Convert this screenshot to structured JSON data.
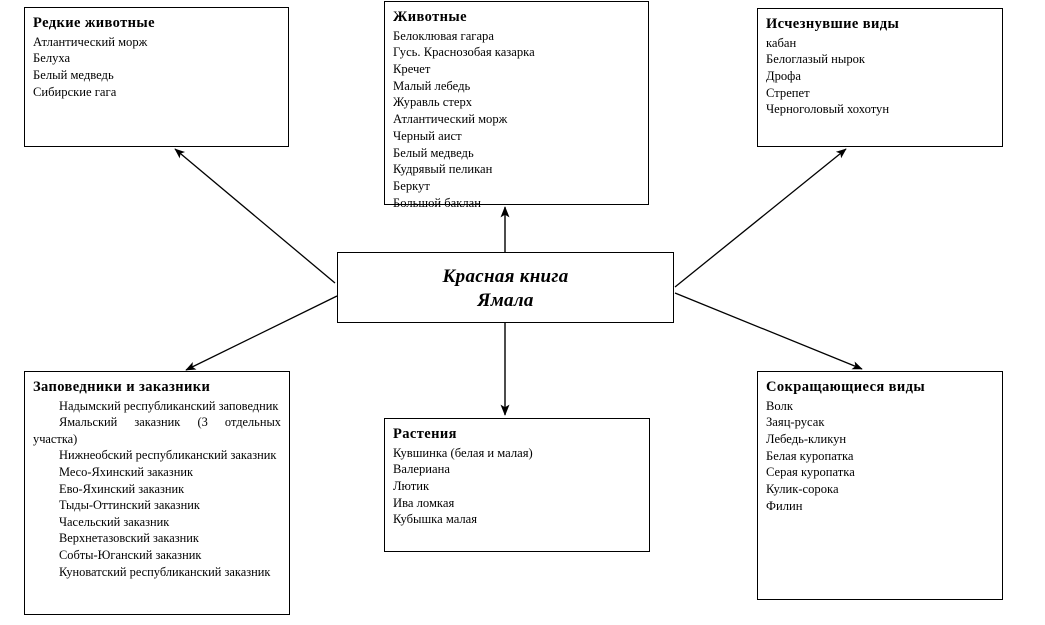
{
  "diagram": {
    "type": "mind-map",
    "center": {
      "title_line1": "Красная книга",
      "title_line2": "Ямала"
    },
    "nodes": [
      {
        "id": "rare-animals",
        "title": "Редкие животные",
        "items": [
          "Атлантический морж",
          "Белуха",
          "Белый медведь",
          "Сибирские гага"
        ]
      },
      {
        "id": "animals",
        "title": "Животные",
        "items": [
          "Белоклювая гагара",
          "Гусь. Краснозобая казарка",
          "Кречет",
          "Малый лебедь",
          "Журавль стерх",
          "Атлантический морж",
          "Черный аист",
          "Белый медведь",
          "Кудрявый пеликан",
          "Беркут",
          "Большой баклан"
        ]
      },
      {
        "id": "extinct-species",
        "title": "Исчезнувшие виды",
        "items": [
          "кабан",
          "Белоглазый нырок",
          "Дрофа",
          "Стрепет",
          "Черноголовый хохотун"
        ]
      },
      {
        "id": "reserves",
        "title": "Заповедники и заказники",
        "items": [
          "Надымский республиканский заповедник",
          "Ямальский заказник (3 отдельных участка)",
          "Нижнеобский республиканский заказник",
          "Месо-Яхинский заказник",
          "Ево-Яхинский заказник",
          "Тыды-Оттинский заказник",
          "Часельский заказник",
          "Верхнетазовский заказник",
          "Собты-Юганский заказник",
          "Куноватский республиканский заказник"
        ]
      },
      {
        "id": "plants",
        "title": "Растения",
        "items": [
          "Кувшинка (белая и малая)",
          "Валериана",
          "Лютик",
          "Ива ломкая",
          "Кубышка малая"
        ]
      },
      {
        "id": "declining-species",
        "title": "Сокращающиеся виды",
        "items": [
          "Волк",
          "Заяц-русак",
          "Лебедь-кликун",
          "Белая куропатка",
          "Серая куропатка",
          "Кулик-сорока",
          "Филин"
        ]
      }
    ],
    "colors": {
      "background": "#ffffff",
      "stroke": "#000000",
      "text": "#000000"
    }
  }
}
